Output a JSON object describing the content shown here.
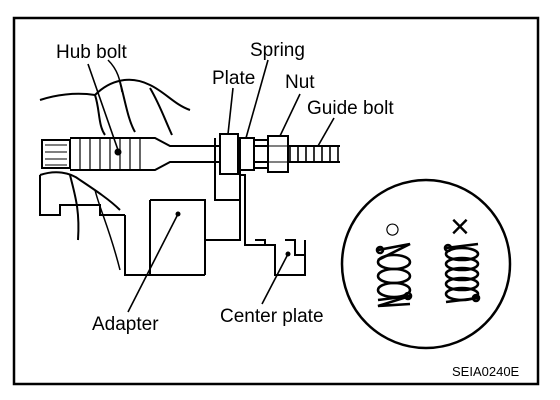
{
  "labels": {
    "hub_bolt": "Hub bolt",
    "spring": "Spring",
    "plate": "Plate",
    "nut": "Nut",
    "guide_bolt": "Guide bolt",
    "adapter": "Adapter",
    "center_plate": "Center plate"
  },
  "inset": {
    "correct_symbol": "○",
    "incorrect_symbol": "×"
  },
  "figure_code": "SEIA0240E"
}
